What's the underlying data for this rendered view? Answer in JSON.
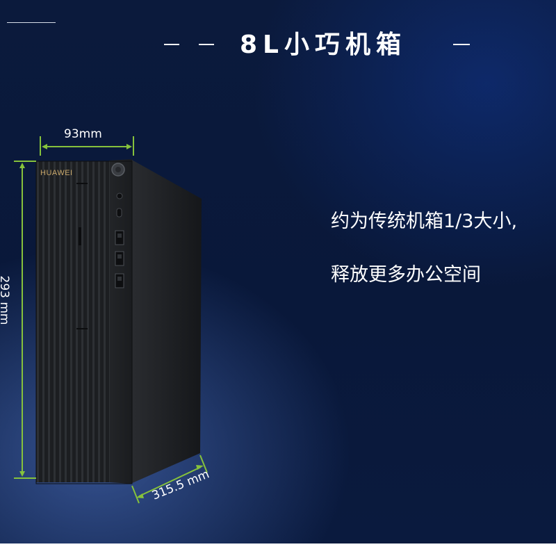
{
  "title": "8L小巧机箱",
  "description": {
    "line1": "约为传统机箱1/3大小,",
    "line2": "释放更多办公空间"
  },
  "product": {
    "brand": "HUAWEI",
    "width_label": "93mm",
    "height_label": "293 mm",
    "depth_label": "315.5 mm"
  },
  "colors": {
    "background": "#0b1a3c",
    "dimension_line": "#86c23c",
    "case_body": "#1d1f22",
    "text": "#ffffff"
  }
}
